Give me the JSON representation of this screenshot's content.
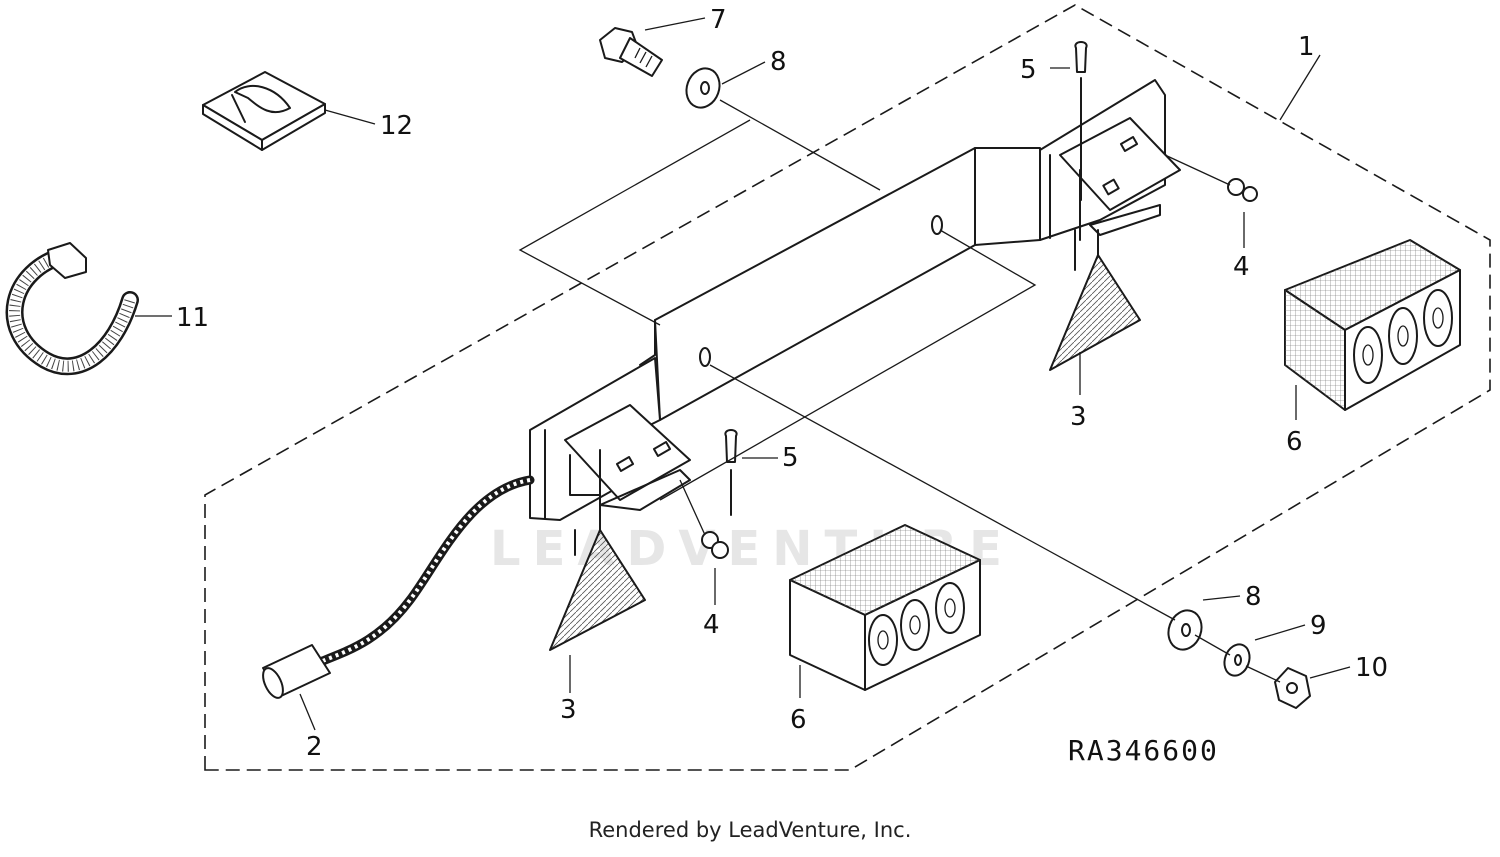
{
  "diagram": {
    "callouts": {
      "c1": "1",
      "c2": "2",
      "c3a": "3",
      "c3b": "3",
      "c4a": "4",
      "c4b": "4",
      "c5a": "5",
      "c5b": "5",
      "c6a": "6",
      "c6b": "6",
      "c7": "7",
      "c8a": "8",
      "c8b": "8",
      "c9": "9",
      "c10": "10",
      "c11": "11",
      "c12": "12"
    },
    "reference_code": "RA346600",
    "watermark": "LEADVENTURE"
  },
  "footer": {
    "credit": "Rendered by LeadVenture, Inc."
  }
}
